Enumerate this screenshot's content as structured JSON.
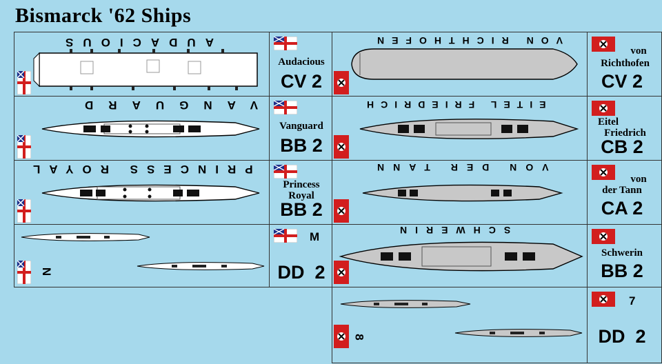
{
  "title": "Bismarck '62 Ships",
  "colors": {
    "background": "#a6d9ec",
    "british_hull": "#ffffff",
    "german_hull": "#c8c8c8",
    "ensign_red": "#d21e1e"
  },
  "british": {
    "carrier": {
      "hull_text": "AUDACIOUS",
      "name": "Audacious",
      "code": "CV 2"
    },
    "battleship": {
      "hull_text": "VANGUARD",
      "name": "Vanguard",
      "code": "BB 2"
    },
    "princess": {
      "hull_text": "PRINCESS ROYAL",
      "name_line1": "Princess",
      "name_line2": "Royal",
      "code": "BB 2"
    },
    "destroyers": {
      "mark": "M",
      "side_mark": "N",
      "code": "DD  2"
    }
  },
  "german": {
    "carrier": {
      "hull_text": "VON RICHTHOFEN",
      "name_line1": "von",
      "name_line2": "Richthofen",
      "code": "CV 2"
    },
    "battlecruiser": {
      "hull_text": "EITEL FRIEDRICH",
      "name_line1": "Eitel",
      "name_line2": "Friedrich",
      "code": "CB 2"
    },
    "cruiser": {
      "hull_text": "VON DER TANN",
      "name_line1": "von",
      "name_line2": "der Tann",
      "code": "CA 2"
    },
    "battleship": {
      "hull_text": "SCHWERIN",
      "name": "Schwerin",
      "code": "BB 2"
    },
    "destroyers": {
      "mark": "7",
      "side_mark": "8",
      "code": "DD  2"
    }
  },
  "icons": [
    "white-ensign-icon",
    "war-ensign-icon"
  ]
}
